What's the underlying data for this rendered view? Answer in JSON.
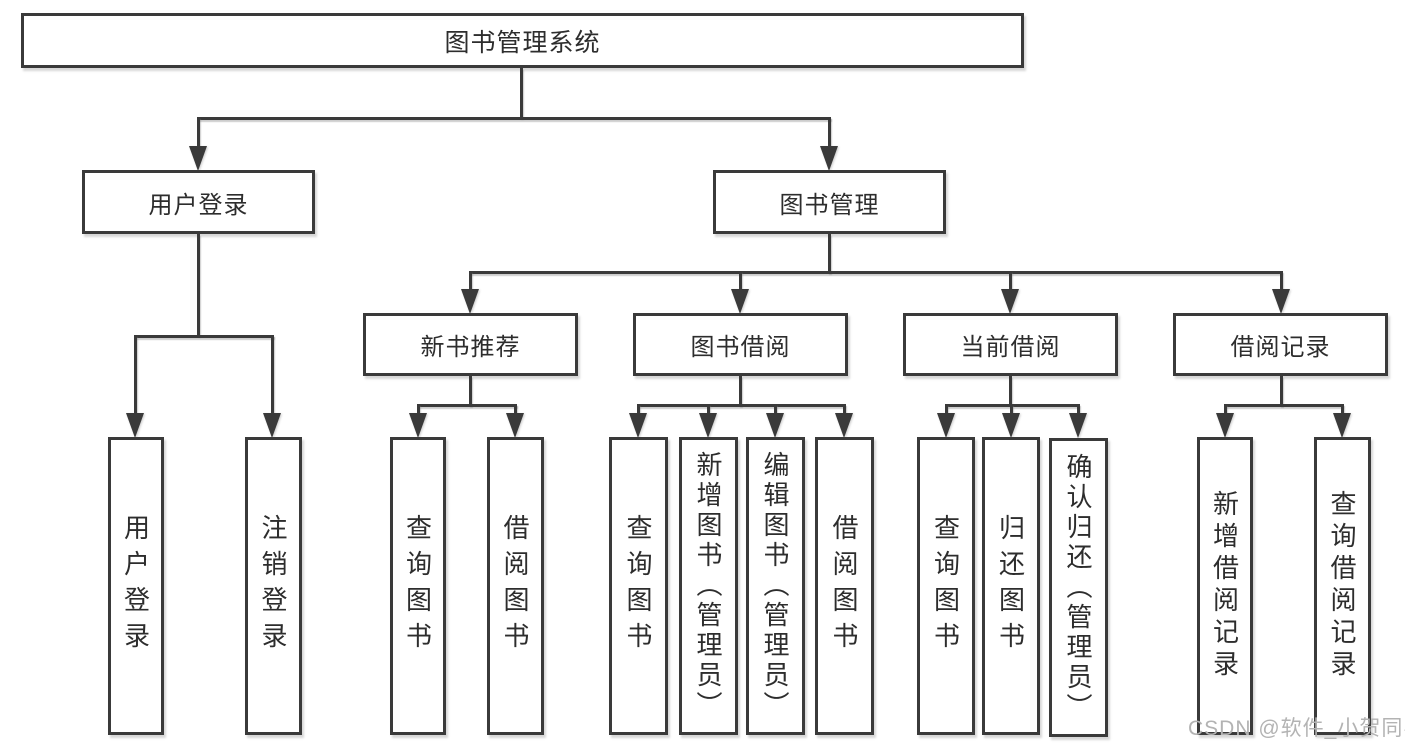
{
  "colors": {
    "line": "#3a3a3a",
    "node_border": "#3a3a3a",
    "node_fill": "#ffffff",
    "text": "#2d2d2d",
    "watermark": "#b3b3b3",
    "background": "#ffffff"
  },
  "tree": {
    "root": {
      "label": "图书管理系统"
    },
    "branches": [
      {
        "label": "用户登录",
        "children": [
          {
            "label": "用户登录"
          },
          {
            "label": "注销登录"
          }
        ]
      },
      {
        "label": "图书管理",
        "groups": [
          {
            "label": "新书推荐",
            "children": [
              {
                "label": "查询图书"
              },
              {
                "label": "借阅图书"
              }
            ]
          },
          {
            "label": "图书借阅",
            "children": [
              {
                "label": "查询图书"
              },
              {
                "label": "新增图书（管理员）"
              },
              {
                "label": "编辑图书（管理员）"
              },
              {
                "label": "借阅图书"
              }
            ]
          },
          {
            "label": "当前借阅",
            "children": [
              {
                "label": "查询图书"
              },
              {
                "label": "归还图书"
              },
              {
                "label": "确认归还（管理员）"
              }
            ]
          },
          {
            "label": "借阅记录",
            "children": [
              {
                "label": "新增借阅记录"
              },
              {
                "label": "查询借阅记录"
              }
            ]
          }
        ]
      }
    ]
  },
  "watermark": {
    "text": "CSDN @软件_小贺同学"
  }
}
